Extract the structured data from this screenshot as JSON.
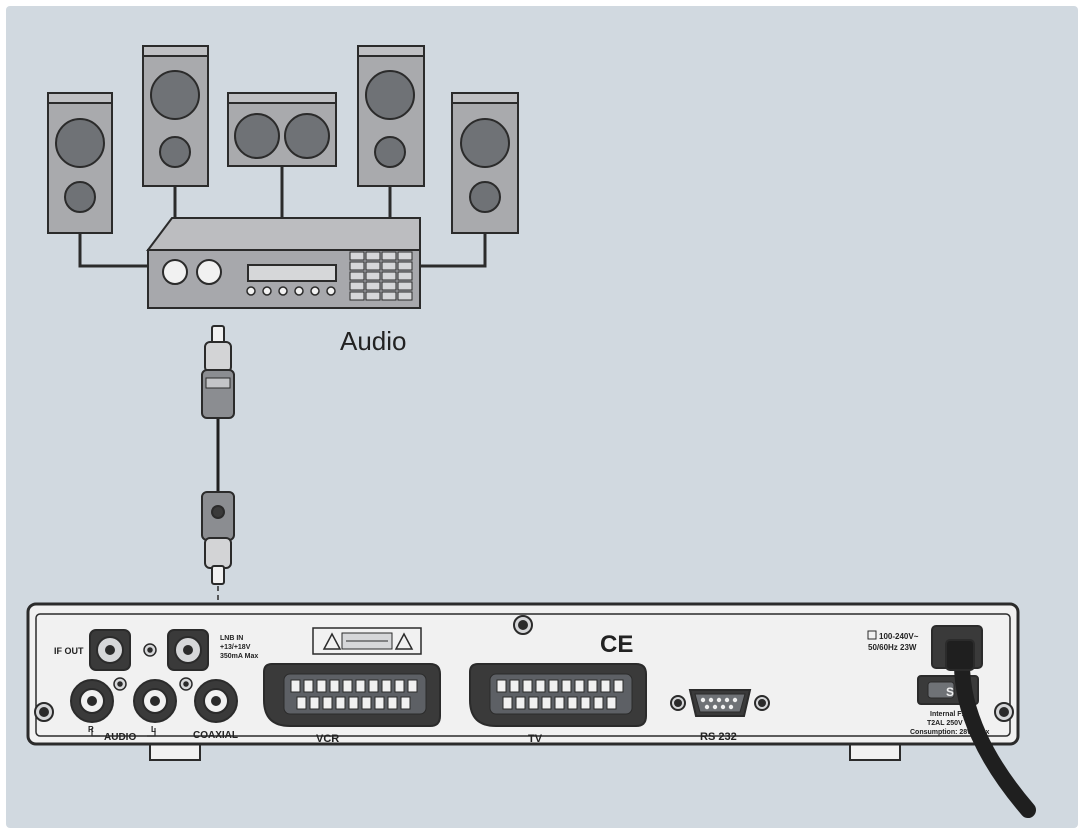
{
  "labels": {
    "audio_system": "Audio",
    "if_out": "IF OUT",
    "lnb_in_lines": [
      "LNB IN",
      "+13/+18V",
      "350mA Max"
    ],
    "audio_group": "AUDIO",
    "audio_r": "R",
    "audio_l": "L",
    "coaxial": "COAXIAL",
    "vcr": "VCR",
    "tv": "TV",
    "rs232": "RS 232",
    "ce_mark": "CE",
    "power_rating_lines": [
      "100-240V~",
      "50/60Hz 23W"
    ],
    "fuse_lines": [
      "Internal F1",
      "T2AL 250V",
      "Consumption: 28W Max"
    ],
    "fuse_symbol": "S"
  },
  "colors": {
    "background": "#d1d9e0",
    "device_fill": "#a7a8ac",
    "speaker_fill": "#a9aaad",
    "driver_fill": "#6f7276",
    "panel_fill": "#f1f1f1",
    "outline": "#2b2b2b",
    "cable": "#1f1f1f"
  },
  "icons": [
    "warning-triangle-icon",
    "ce-mark-icon",
    "screw-icon"
  ]
}
